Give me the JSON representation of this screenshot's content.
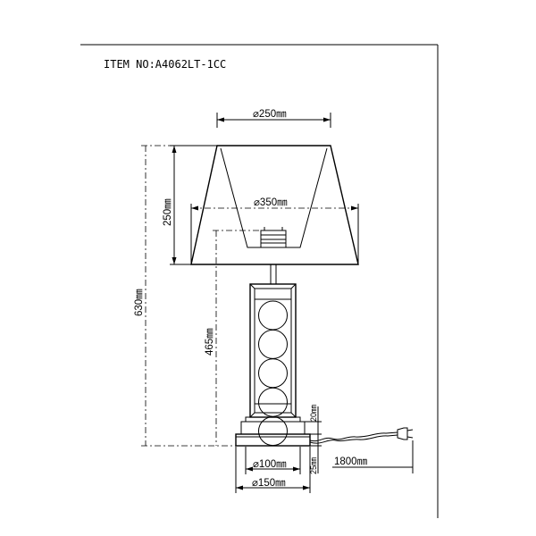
{
  "header": {
    "item_no": "ITEM NO:A4062LT-1CC"
  },
  "dimensions": {
    "shade_top_diameter": "⌀250㎜",
    "shade_height": "250㎜",
    "shade_bottom_diameter": "⌀350㎜",
    "total_height": "630㎜",
    "body_height": "465㎜",
    "upper_base_height": "20㎜",
    "lower_base_height": "25㎜",
    "cord_length": "1800㎜",
    "upper_base_diameter": "⌀100㎜",
    "lower_base_diameter": "⌀150㎜"
  },
  "colors": {
    "line": "#000000",
    "background": "#ffffff"
  }
}
